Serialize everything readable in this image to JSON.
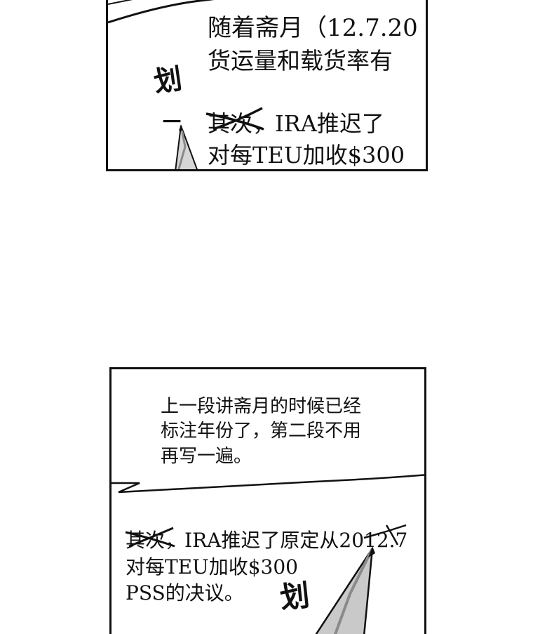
{
  "panel_top": {
    "lines": [
      "随着斋月（12.7.20",
      "货运量和载货率有",
      "其次，IRA推迟了",
      "对每TEU加收$300"
    ],
    "struck_word": "其次",
    "annotation": "划",
    "dash": "一"
  },
  "panel_bottom": {
    "note_lines": [
      "上一段讲斋月的时候已经",
      "标注年份了，第二段不用",
      "再写一遍。"
    ],
    "struck_word": "其次",
    "line1_rest": "，IRA推迟了原定从",
    "struck_date": "2012.7",
    "line2": "对每TEU加收$300",
    "line3": "PSS的决议。",
    "annotation": "划"
  },
  "colors": {
    "ink": "#111111",
    "pencil_body": "#bfbfbf",
    "pencil_shade": "#8a8a8a",
    "paper": "#ffffff"
  },
  "icons": [
    "pencil-icon",
    "strikethrough-mark"
  ]
}
